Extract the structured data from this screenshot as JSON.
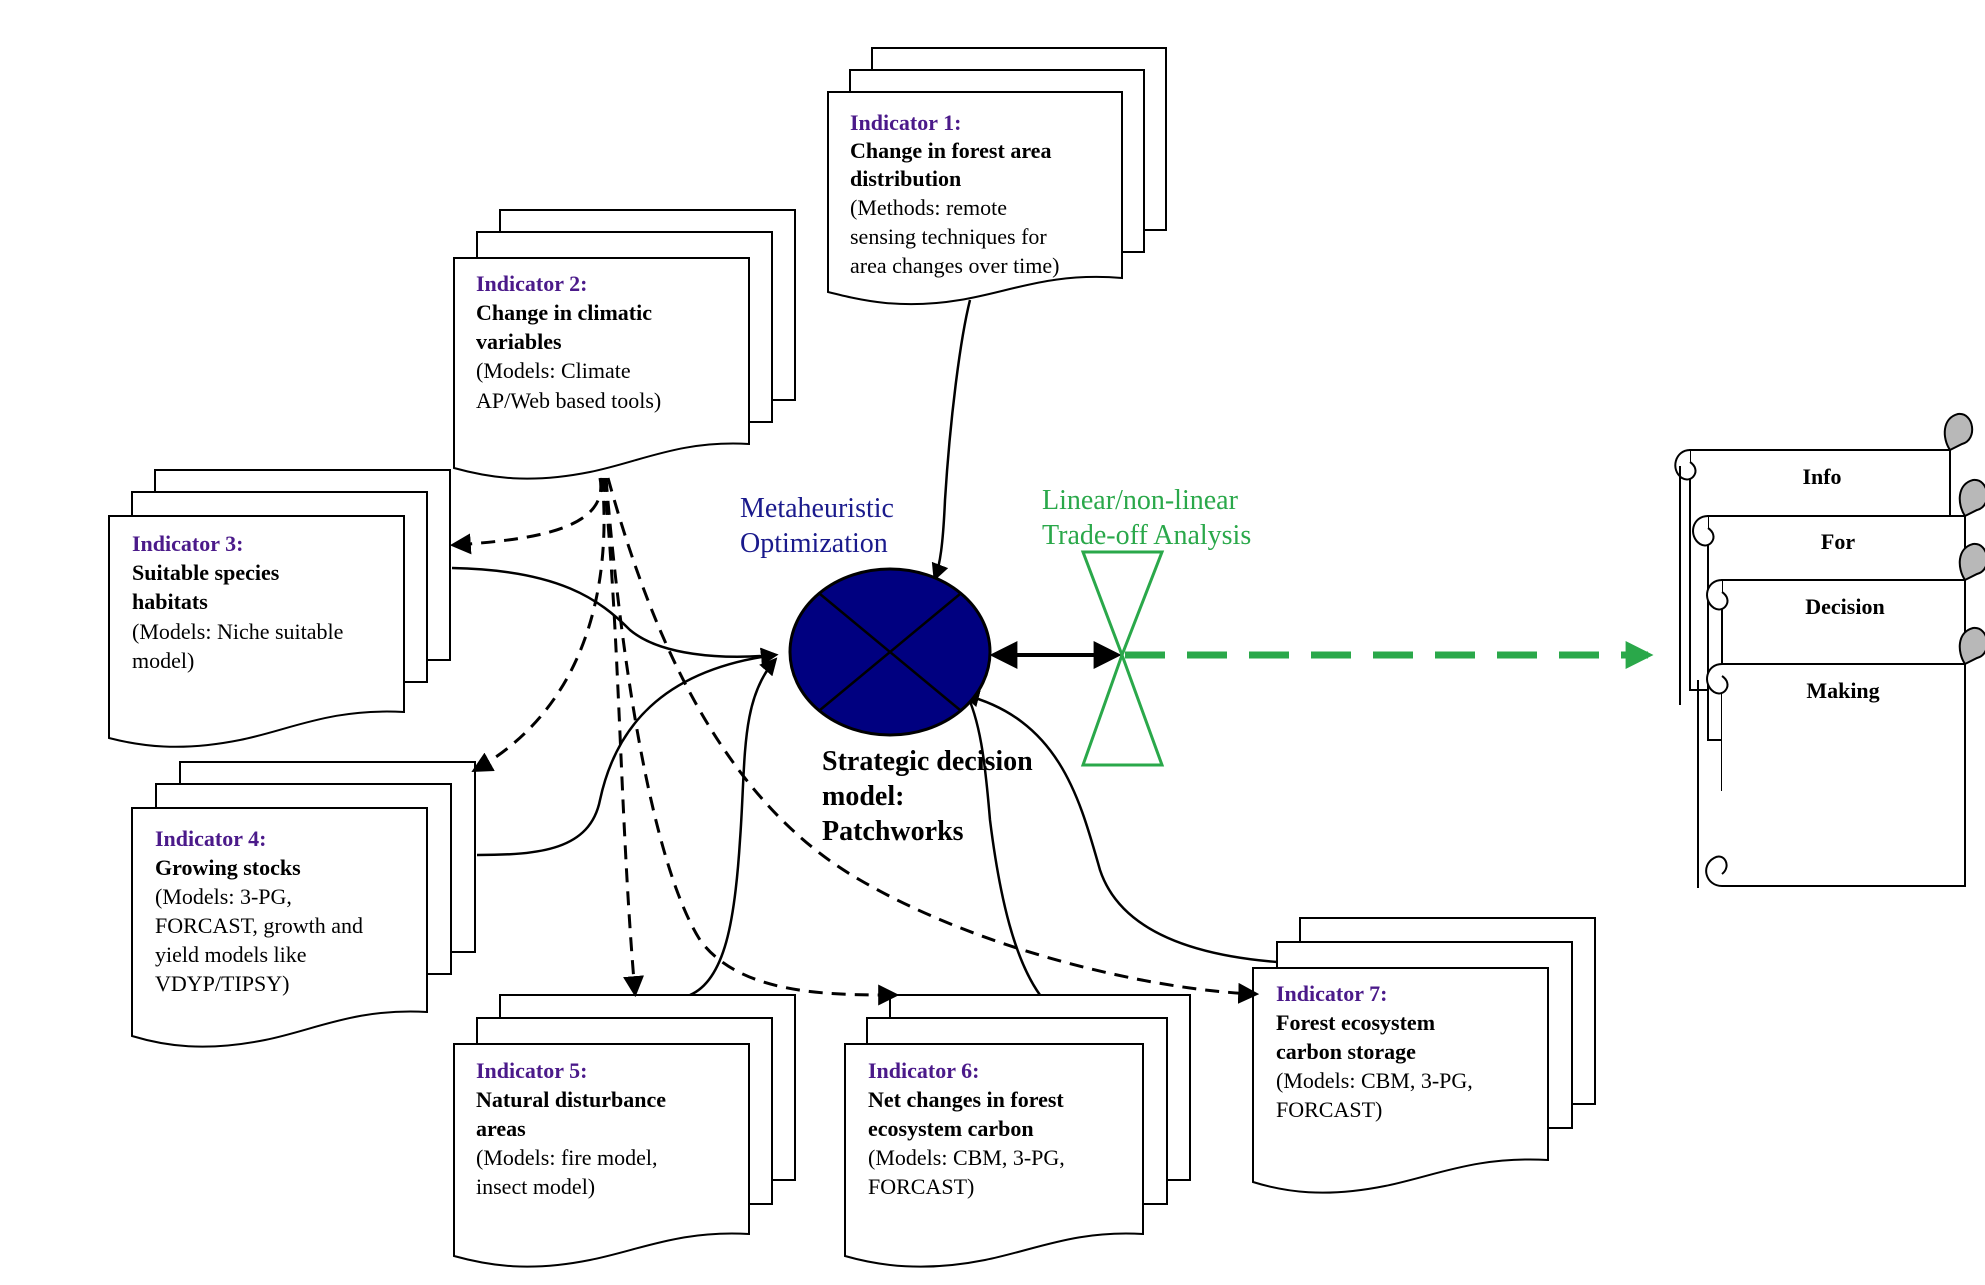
{
  "indicators": [
    {
      "head": "Indicator 1:",
      "title": [
        "Change in forest area",
        "distribution"
      ],
      "body": [
        "(Methods: remote",
        "sensing techniques for",
        "area changes over time)"
      ]
    },
    {
      "head": "Indicator 2:",
      "title": [
        "Change in climatic",
        "variables"
      ],
      "body": [
        "(Models: Climate",
        "AP/Web based tools)"
      ]
    },
    {
      "head": "Indicator 3:",
      "title": [
        "Suitable species",
        "habitats"
      ],
      "body": [
        "(Models: Niche suitable",
        "model)"
      ]
    },
    {
      "head": "Indicator 4:",
      "title": [
        "Growing stocks"
      ],
      "body": [
        "(Models: 3-PG,",
        "FORCAST, growth and",
        "yield models like",
        "VDYP/TIPSY)"
      ]
    },
    {
      "head": "Indicator 5:",
      "title": [
        "Natural disturbance",
        "areas"
      ],
      "body": [
        "(Models: fire model,",
        "insect model)"
      ]
    },
    {
      "head": "Indicator 6:",
      "title": [
        "Net changes in forest",
        "ecosystem carbon"
      ],
      "body": [
        "(Models: CBM, 3-PG,",
        "FORCAST)"
      ]
    },
    {
      "head": "Indicator 7:",
      "title": [
        "Forest ecosystem",
        "carbon storage"
      ],
      "body": [
        "(Models: CBM, 3-PG,",
        "FORCAST)"
      ]
    }
  ],
  "optimization_label": [
    "Metaheuristic",
    "Optimization"
  ],
  "tradeoff_label": [
    "Linear/non-linear",
    "Trade-off Analysis"
  ],
  "decision_model_label": [
    "Strategic decision",
    "model:",
    "Patchworks"
  ],
  "scroll_words": [
    "Info",
    "For",
    "Decision",
    "Making"
  ],
  "colors": {
    "indicator_heading": "#4b1a8a",
    "center_node": "#000080",
    "optimization_label": "#1a1a8c",
    "tradeoff": "#2aa84a"
  }
}
